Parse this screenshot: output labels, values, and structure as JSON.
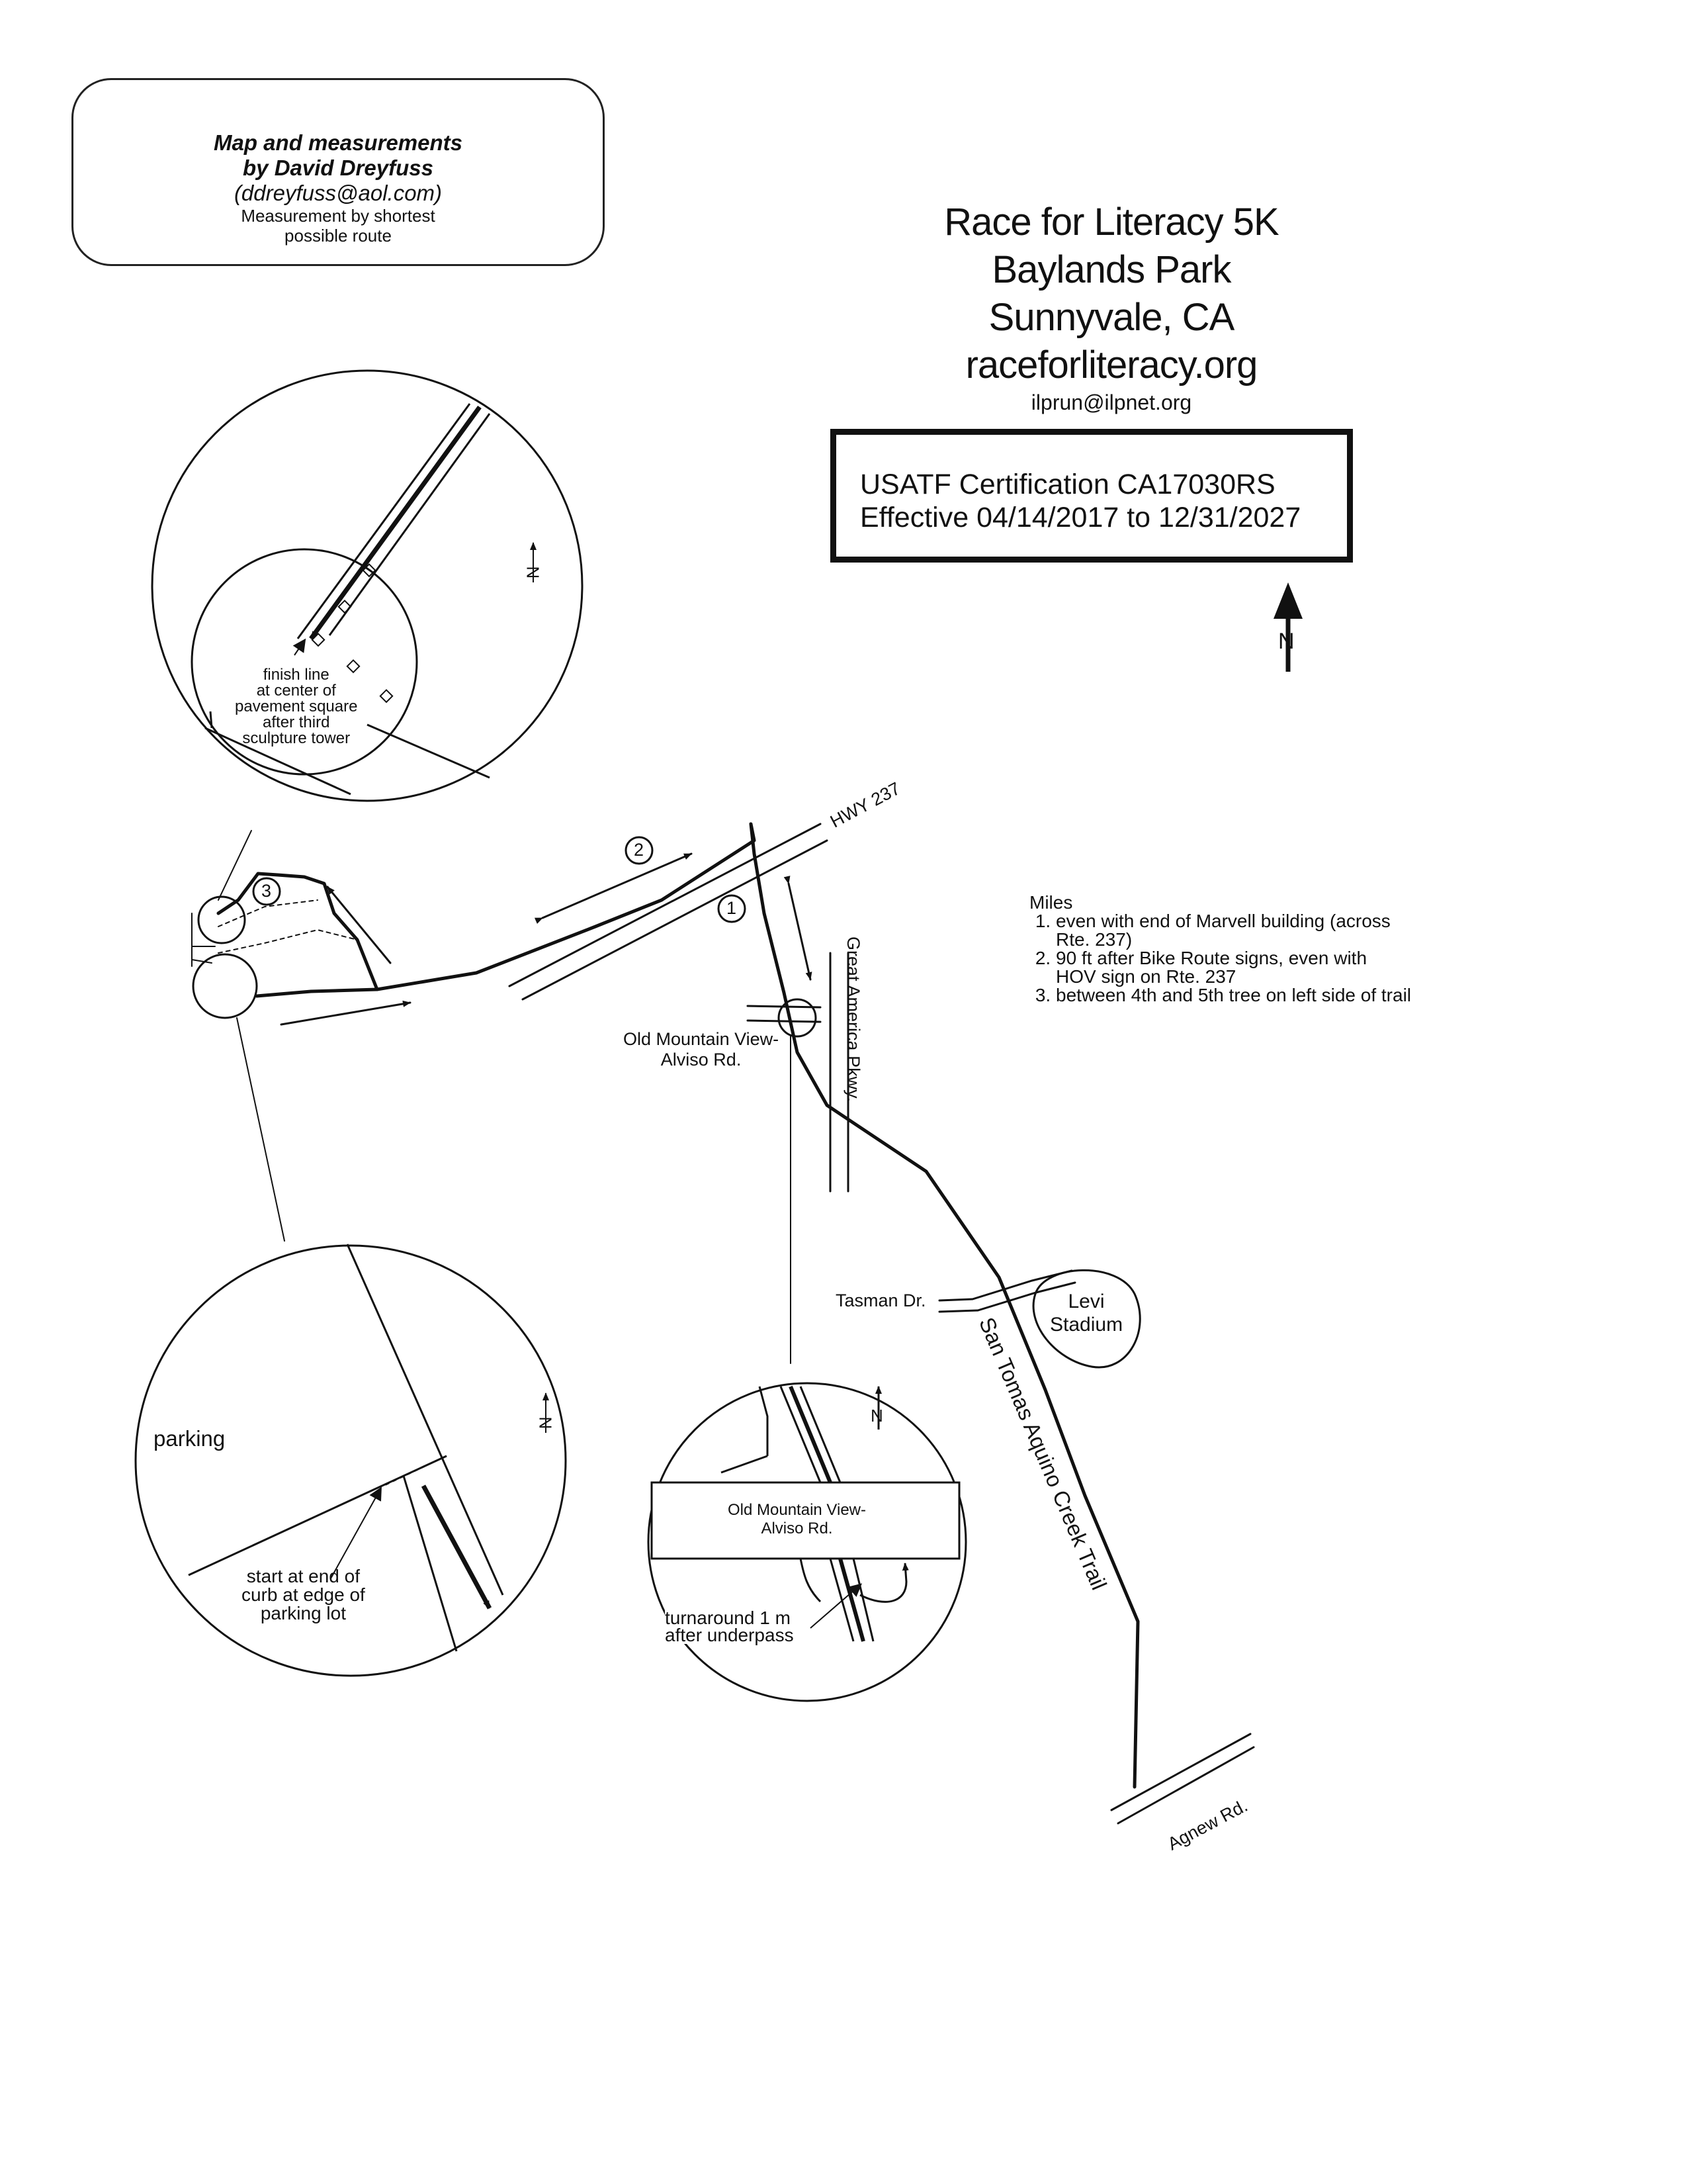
{
  "credit": {
    "line1": "Map and measurements",
    "line2": "by David Dreyfuss",
    "email": "(ddreyfuss@aol.com)",
    "note1": "Measurement by shortest",
    "note2": "possible route"
  },
  "title": {
    "race": "Race for Literacy 5K",
    "park": "Baylands Park",
    "city": "Sunnyvale, CA",
    "website": "raceforliteracy.org",
    "email": "ilprun@ilpnet.org"
  },
  "certification": {
    "line1": "USATF Certification CA17030RS",
    "line2": "Effective 04/14/2017 to 12/31/2027"
  },
  "north_label": "N",
  "legend": {
    "heading": "Miles",
    "items": [
      "even with end of Marvell building (across Rte. 237)",
      "90 ft after Bike Route signs, even with HOV sign on Rte. 237",
      "between 4th and 5th tree on left side of trail"
    ]
  },
  "mile_markers": [
    "1",
    "2",
    "3"
  ],
  "streets": {
    "hwy": "HWY 237",
    "great_america": "Great America Pkwy.",
    "old_mtn_view_line1": "Old Mountain View-",
    "old_mtn_view_line2": "Alviso Rd.",
    "tasman": "Tasman Dr.",
    "trail": "San Tomas Aquino Creek Trail",
    "agnew": "Agnew Rd."
  },
  "landmarks": {
    "stadium_line1": "Levi",
    "stadium_line2": "Stadium",
    "parking": "parking"
  },
  "details": {
    "finish": [
      "finish line",
      "at center of",
      "pavement square",
      "after third",
      "sculpture tower"
    ],
    "start": [
      "start at end of",
      "curb at edge of",
      "parking lot"
    ],
    "turnaround": [
      "turnaround 1 m",
      "after underpass"
    ],
    "inset_road_line1": "Old Mountain View-",
    "inset_road_line2": "Alviso Rd."
  }
}
